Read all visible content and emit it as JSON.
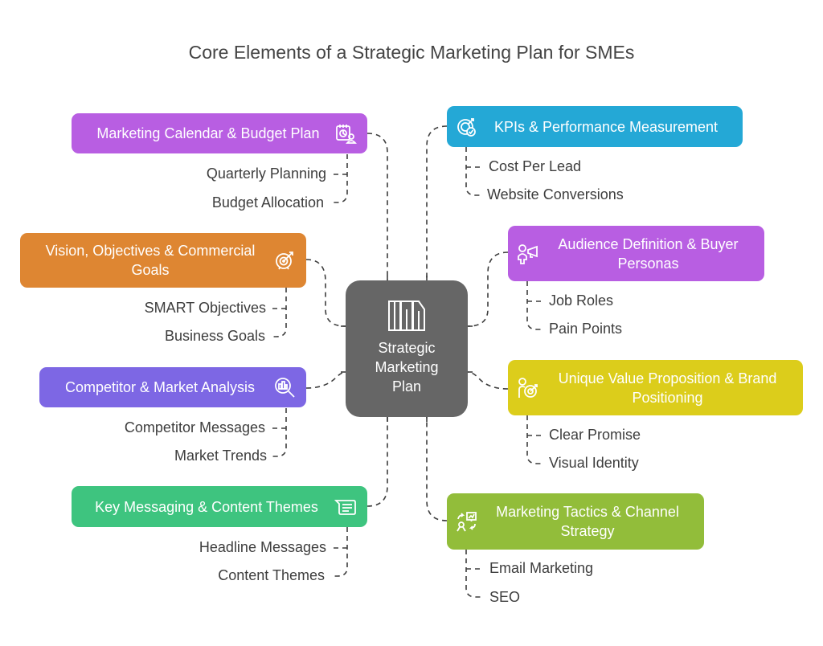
{
  "title": "Core Elements of a Strategic Marketing Plan for SMEs",
  "center": {
    "label_lines": [
      "Strategic",
      "Marketing",
      "Plan"
    ],
    "icon": "book-columns-icon"
  },
  "colors": {
    "calendar": "#b85ee2",
    "vision": "#de8632",
    "competitor": "#7d67e4",
    "messaging": "#3ec47f",
    "kpis": "#24a8d6",
    "audience": "#b85ee2",
    "uvp": "#dccd1b",
    "tactics": "#92bd3a",
    "center": "#666666",
    "connector": "#3d3d3d"
  },
  "nodes": [
    {
      "id": "calendar",
      "label": "Marketing Calendar & Budget Plan",
      "icon": "calendar-chart-person-icon",
      "children": [
        "Quarterly Planning",
        "Budget Allocation"
      ]
    },
    {
      "id": "vision",
      "label": "Vision, Objectives & Commercial Goals",
      "icon": "target-arrow-icon",
      "children": [
        "SMART Objectives",
        "Business Goals"
      ]
    },
    {
      "id": "competitor",
      "label": "Competitor & Market Analysis",
      "icon": "magnifier-chart-icon",
      "children": [
        "Competitor Messages",
        "Market Trends"
      ]
    },
    {
      "id": "messaging",
      "label": "Key Messaging & Content Themes",
      "icon": "message-lines-icon",
      "children": [
        "Headline Messages",
        "Content Themes"
      ]
    },
    {
      "id": "kpis",
      "label": "KPIs & Performance Measurement",
      "icon": "target-check-icon",
      "children": [
        "Cost Per Lead",
        "Website Conversions"
      ]
    },
    {
      "id": "audience",
      "label": "Audience Definition & Buyer Personas",
      "icon": "person-megaphone-icon",
      "children": [
        "Job Roles",
        "Pain Points"
      ]
    },
    {
      "id": "uvp",
      "label": "Unique Value Proposition & Brand Positioning",
      "icon": "person-target-icon",
      "children": [
        "Clear Promise",
        "Visual Identity"
      ]
    },
    {
      "id": "tactics",
      "label": "Marketing Tactics & Channel Strategy",
      "icon": "presentation-strategy-icon",
      "children": [
        "Email Marketing",
        "SEO"
      ]
    }
  ]
}
